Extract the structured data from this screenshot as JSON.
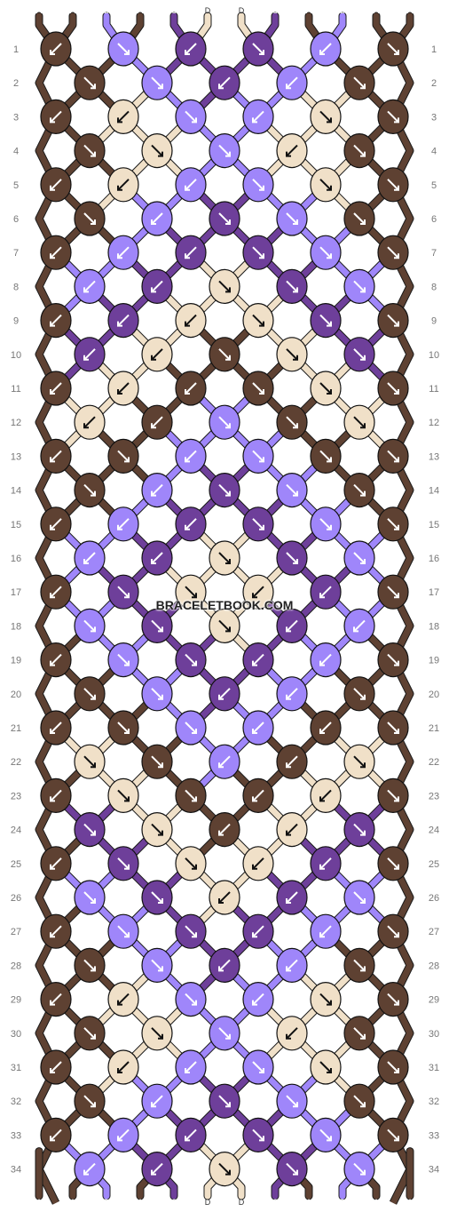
{
  "watermark": "BRACELETBOOK.COM",
  "colors": {
    "A": "#5e4132",
    "B": "#9f86fa",
    "C": "#6e3f9a",
    "D": "#f0e0c8"
  },
  "strands_top": [
    "A",
    "A",
    "B",
    "A",
    "C",
    "D",
    "D",
    "C",
    "A",
    "B",
    "A",
    "A"
  ],
  "strands_bottom": [
    "A",
    "A",
    "B",
    "A",
    "C",
    "D",
    "D",
    "C",
    "A",
    "B",
    "A",
    "A"
  ],
  "rows": [
    {
      "n": 1,
      "knots": [
        {
          "c": "A",
          "d": "bl"
        },
        {
          "c": "B",
          "d": "br"
        },
        {
          "c": "C",
          "d": "bl"
        },
        {
          "c": "C",
          "d": "br"
        },
        {
          "c": "B",
          "d": "bl"
        },
        {
          "c": "A",
          "d": "br"
        }
      ]
    },
    {
      "n": 2,
      "knots": [
        {
          "c": "A",
          "d": "br"
        },
        {
          "c": "B",
          "d": "br"
        },
        {
          "c": "C",
          "d": "bl"
        },
        {
          "c": "B",
          "d": "bl"
        },
        {
          "c": "A",
          "d": "br"
        }
      ]
    },
    {
      "n": 3,
      "knots": [
        {
          "c": "A",
          "d": "bl"
        },
        {
          "c": "D",
          "d": "bl"
        },
        {
          "c": "B",
          "d": "br"
        },
        {
          "c": "B",
          "d": "bl"
        },
        {
          "c": "D",
          "d": "br"
        },
        {
          "c": "A",
          "d": "br"
        }
      ]
    },
    {
      "n": 4,
      "knots": [
        {
          "c": "A",
          "d": "br"
        },
        {
          "c": "D",
          "d": "br"
        },
        {
          "c": "B",
          "d": "br"
        },
        {
          "c": "D",
          "d": "bl"
        },
        {
          "c": "A",
          "d": "br"
        }
      ]
    },
    {
      "n": 5,
      "knots": [
        {
          "c": "A",
          "d": "bl"
        },
        {
          "c": "D",
          "d": "bl"
        },
        {
          "c": "B",
          "d": "bl"
        },
        {
          "c": "B",
          "d": "br"
        },
        {
          "c": "D",
          "d": "br"
        },
        {
          "c": "A",
          "d": "br"
        }
      ]
    },
    {
      "n": 6,
      "knots": [
        {
          "c": "A",
          "d": "br"
        },
        {
          "c": "B",
          "d": "bl"
        },
        {
          "c": "C",
          "d": "br"
        },
        {
          "c": "B",
          "d": "br"
        },
        {
          "c": "A",
          "d": "br"
        }
      ]
    },
    {
      "n": 7,
      "knots": [
        {
          "c": "A",
          "d": "bl"
        },
        {
          "c": "B",
          "d": "bl"
        },
        {
          "c": "C",
          "d": "bl"
        },
        {
          "c": "C",
          "d": "br"
        },
        {
          "c": "B",
          "d": "br"
        },
        {
          "c": "A",
          "d": "br"
        }
      ]
    },
    {
      "n": 8,
      "knots": [
        {
          "c": "B",
          "d": "bl"
        },
        {
          "c": "C",
          "d": "bl"
        },
        {
          "c": "D",
          "d": "br"
        },
        {
          "c": "C",
          "d": "br"
        },
        {
          "c": "B",
          "d": "br"
        }
      ]
    },
    {
      "n": 9,
      "knots": [
        {
          "c": "A",
          "d": "bl"
        },
        {
          "c": "C",
          "d": "bl"
        },
        {
          "c": "D",
          "d": "bl"
        },
        {
          "c": "D",
          "d": "br"
        },
        {
          "c": "C",
          "d": "br"
        },
        {
          "c": "A",
          "d": "br"
        }
      ]
    },
    {
      "n": 10,
      "knots": [
        {
          "c": "C",
          "d": "bl"
        },
        {
          "c": "D",
          "d": "bl"
        },
        {
          "c": "A",
          "d": "br"
        },
        {
          "c": "D",
          "d": "br"
        },
        {
          "c": "C",
          "d": "br"
        }
      ]
    },
    {
      "n": 11,
      "knots": [
        {
          "c": "A",
          "d": "bl"
        },
        {
          "c": "D",
          "d": "bl"
        },
        {
          "c": "A",
          "d": "bl"
        },
        {
          "c": "A",
          "d": "br"
        },
        {
          "c": "D",
          "d": "br"
        },
        {
          "c": "A",
          "d": "br"
        }
      ]
    },
    {
      "n": 12,
      "knots": [
        {
          "c": "D",
          "d": "bl"
        },
        {
          "c": "A",
          "d": "bl"
        },
        {
          "c": "B",
          "d": "br"
        },
        {
          "c": "A",
          "d": "br"
        },
        {
          "c": "D",
          "d": "br"
        }
      ]
    },
    {
      "n": 13,
      "knots": [
        {
          "c": "A",
          "d": "bl"
        },
        {
          "c": "A",
          "d": "br"
        },
        {
          "c": "B",
          "d": "bl"
        },
        {
          "c": "B",
          "d": "br"
        },
        {
          "c": "A",
          "d": "br"
        },
        {
          "c": "A",
          "d": "br"
        }
      ]
    },
    {
      "n": 14,
      "knots": [
        {
          "c": "A",
          "d": "br"
        },
        {
          "c": "B",
          "d": "bl"
        },
        {
          "c": "C",
          "d": "br"
        },
        {
          "c": "B",
          "d": "br"
        },
        {
          "c": "A",
          "d": "br"
        }
      ]
    },
    {
      "n": 15,
      "knots": [
        {
          "c": "A",
          "d": "bl"
        },
        {
          "c": "B",
          "d": "bl"
        },
        {
          "c": "C",
          "d": "bl"
        },
        {
          "c": "C",
          "d": "br"
        },
        {
          "c": "B",
          "d": "br"
        },
        {
          "c": "A",
          "d": "br"
        }
      ]
    },
    {
      "n": 16,
      "knots": [
        {
          "c": "B",
          "d": "bl"
        },
        {
          "c": "C",
          "d": "bl"
        },
        {
          "c": "D",
          "d": "br"
        },
        {
          "c": "C",
          "d": "br"
        },
        {
          "c": "B",
          "d": "br"
        }
      ]
    },
    {
      "n": 17,
      "knots": [
        {
          "c": "A",
          "d": "bl"
        },
        {
          "c": "C",
          "d": "br"
        },
        {
          "c": "D",
          "d": "br"
        },
        {
          "c": "D",
          "d": "bl"
        },
        {
          "c": "C",
          "d": "bl"
        },
        {
          "c": "A",
          "d": "br"
        }
      ]
    },
    {
      "n": 18,
      "knots": [
        {
          "c": "B",
          "d": "br"
        },
        {
          "c": "C",
          "d": "br"
        },
        {
          "c": "D",
          "d": "br"
        },
        {
          "c": "C",
          "d": "bl"
        },
        {
          "c": "B",
          "d": "bl"
        }
      ]
    },
    {
      "n": 19,
      "knots": [
        {
          "c": "A",
          "d": "bl"
        },
        {
          "c": "B",
          "d": "br"
        },
        {
          "c": "C",
          "d": "br"
        },
        {
          "c": "C",
          "d": "bl"
        },
        {
          "c": "B",
          "d": "bl"
        },
        {
          "c": "A",
          "d": "br"
        }
      ]
    },
    {
      "n": 20,
      "knots": [
        {
          "c": "A",
          "d": "br"
        },
        {
          "c": "B",
          "d": "br"
        },
        {
          "c": "C",
          "d": "bl"
        },
        {
          "c": "B",
          "d": "bl"
        },
        {
          "c": "A",
          "d": "br"
        }
      ]
    },
    {
      "n": 21,
      "knots": [
        {
          "c": "A",
          "d": "bl"
        },
        {
          "c": "A",
          "d": "br"
        },
        {
          "c": "B",
          "d": "br"
        },
        {
          "c": "B",
          "d": "bl"
        },
        {
          "c": "A",
          "d": "bl"
        },
        {
          "c": "A",
          "d": "br"
        }
      ]
    },
    {
      "n": 22,
      "knots": [
        {
          "c": "D",
          "d": "br"
        },
        {
          "c": "A",
          "d": "br"
        },
        {
          "c": "B",
          "d": "bl"
        },
        {
          "c": "A",
          "d": "bl"
        },
        {
          "c": "D",
          "d": "br"
        }
      ]
    },
    {
      "n": 23,
      "knots": [
        {
          "c": "A",
          "d": "bl"
        },
        {
          "c": "D",
          "d": "br"
        },
        {
          "c": "A",
          "d": "br"
        },
        {
          "c": "A",
          "d": "bl"
        },
        {
          "c": "D",
          "d": "bl"
        },
        {
          "c": "A",
          "d": "br"
        }
      ]
    },
    {
      "n": 24,
      "knots": [
        {
          "c": "C",
          "d": "br"
        },
        {
          "c": "D",
          "d": "br"
        },
        {
          "c": "A",
          "d": "bl"
        },
        {
          "c": "D",
          "d": "bl"
        },
        {
          "c": "C",
          "d": "br"
        }
      ]
    },
    {
      "n": 25,
      "knots": [
        {
          "c": "A",
          "d": "bl"
        },
        {
          "c": "C",
          "d": "br"
        },
        {
          "c": "D",
          "d": "br"
        },
        {
          "c": "D",
          "d": "bl"
        },
        {
          "c": "C",
          "d": "bl"
        },
        {
          "c": "A",
          "d": "br"
        }
      ]
    },
    {
      "n": 26,
      "knots": [
        {
          "c": "B",
          "d": "br"
        },
        {
          "c": "C",
          "d": "br"
        },
        {
          "c": "D",
          "d": "bl"
        },
        {
          "c": "C",
          "d": "bl"
        },
        {
          "c": "B",
          "d": "br"
        }
      ]
    },
    {
      "n": 27,
      "knots": [
        {
          "c": "A",
          "d": "bl"
        },
        {
          "c": "B",
          "d": "br"
        },
        {
          "c": "C",
          "d": "br"
        },
        {
          "c": "C",
          "d": "bl"
        },
        {
          "c": "B",
          "d": "bl"
        },
        {
          "c": "A",
          "d": "br"
        }
      ]
    },
    {
      "n": 28,
      "knots": [
        {
          "c": "A",
          "d": "br"
        },
        {
          "c": "B",
          "d": "br"
        },
        {
          "c": "C",
          "d": "bl"
        },
        {
          "c": "B",
          "d": "bl"
        },
        {
          "c": "A",
          "d": "br"
        }
      ]
    },
    {
      "n": 29,
      "knots": [
        {
          "c": "A",
          "d": "bl"
        },
        {
          "c": "D",
          "d": "bl"
        },
        {
          "c": "B",
          "d": "br"
        },
        {
          "c": "B",
          "d": "bl"
        },
        {
          "c": "D",
          "d": "br"
        },
        {
          "c": "A",
          "d": "br"
        }
      ]
    },
    {
      "n": 30,
      "knots": [
        {
          "c": "A",
          "d": "br"
        },
        {
          "c": "D",
          "d": "br"
        },
        {
          "c": "B",
          "d": "br"
        },
        {
          "c": "D",
          "d": "bl"
        },
        {
          "c": "A",
          "d": "br"
        }
      ]
    },
    {
      "n": 31,
      "knots": [
        {
          "c": "A",
          "d": "bl"
        },
        {
          "c": "D",
          "d": "bl"
        },
        {
          "c": "B",
          "d": "bl"
        },
        {
          "c": "B",
          "d": "br"
        },
        {
          "c": "D",
          "d": "br"
        },
        {
          "c": "A",
          "d": "br"
        }
      ]
    },
    {
      "n": 32,
      "knots": [
        {
          "c": "A",
          "d": "br"
        },
        {
          "c": "B",
          "d": "bl"
        },
        {
          "c": "C",
          "d": "br"
        },
        {
          "c": "B",
          "d": "br"
        },
        {
          "c": "A",
          "d": "br"
        }
      ]
    },
    {
      "n": 33,
      "knots": [
        {
          "c": "A",
          "d": "bl"
        },
        {
          "c": "B",
          "d": "bl"
        },
        {
          "c": "C",
          "d": "bl"
        },
        {
          "c": "C",
          "d": "br"
        },
        {
          "c": "B",
          "d": "br"
        },
        {
          "c": "A",
          "d": "br"
        }
      ]
    },
    {
      "n": 34,
      "knots": [
        {
          "c": "B",
          "d": "bl"
        },
        {
          "c": "C",
          "d": "bl"
        },
        {
          "c": "D",
          "d": "br"
        },
        {
          "c": "C",
          "d": "br"
        },
        {
          "c": "B",
          "d": "br"
        }
      ]
    }
  ]
}
